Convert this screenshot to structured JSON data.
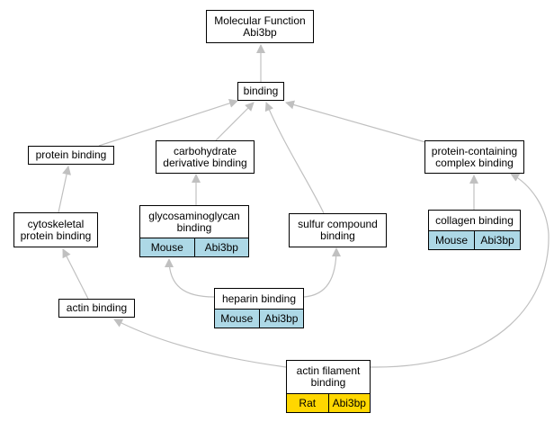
{
  "colors": {
    "edge": "#c0c0c0",
    "mouse": "#add8e6",
    "rat": "#ffd700"
  },
  "nodes": {
    "mf": {
      "label": "Molecular Function\nAbi3bp"
    },
    "binding": {
      "label": "binding"
    },
    "protein_binding": {
      "label": "protein binding"
    },
    "carb": {
      "label": "carbohydrate\nderivative binding"
    },
    "pcb": {
      "label": "protein-containing\ncomplex binding"
    },
    "cyto": {
      "label": "cytoskeletal\nprotein binding"
    },
    "gag": {
      "label": "glycosaminoglycan\nbinding",
      "species": "Mouse",
      "gene": "Abi3bp"
    },
    "sulfur": {
      "label": "sulfur compound\nbinding"
    },
    "collagen": {
      "label": "collagen binding",
      "species": "Mouse",
      "gene": "Abi3bp"
    },
    "heparin": {
      "label": "heparin binding",
      "species": "Mouse",
      "gene": "Abi3bp"
    },
    "actin": {
      "label": "actin binding"
    },
    "afb": {
      "label": "actin filament\nbinding",
      "species": "Rat",
      "gene": "Abi3bp"
    }
  }
}
